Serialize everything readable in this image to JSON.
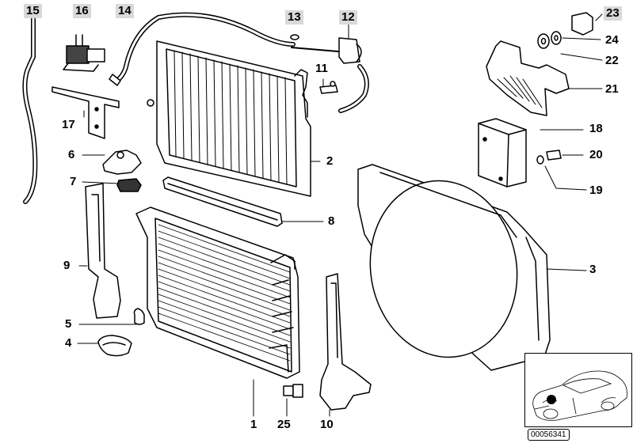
{
  "diagram_number": "00056341",
  "callouts": [
    {
      "id": "c15",
      "label": "15"
    },
    {
      "id": "c16",
      "label": "16"
    },
    {
      "id": "c14",
      "label": "14"
    },
    {
      "id": "c13",
      "label": "13"
    },
    {
      "id": "c12",
      "label": "12"
    },
    {
      "id": "c23",
      "label": "23"
    },
    {
      "id": "c24",
      "label": "24"
    },
    {
      "id": "c22",
      "label": "22"
    },
    {
      "id": "c21",
      "label": "21"
    },
    {
      "id": "c11",
      "label": "11"
    },
    {
      "id": "c17",
      "label": "17"
    },
    {
      "id": "c6",
      "label": "6"
    },
    {
      "id": "c2",
      "label": "2"
    },
    {
      "id": "c18",
      "label": "18"
    },
    {
      "id": "c20",
      "label": "20"
    },
    {
      "id": "c19",
      "label": "19"
    },
    {
      "id": "c7",
      "label": "7"
    },
    {
      "id": "c8",
      "label": "8"
    },
    {
      "id": "c9",
      "label": "9"
    },
    {
      "id": "c3",
      "label": "3"
    },
    {
      "id": "c5",
      "label": "5"
    },
    {
      "id": "c4",
      "label": "4"
    },
    {
      "id": "c1",
      "label": "1"
    },
    {
      "id": "c25",
      "label": "25"
    },
    {
      "id": "c10",
      "label": "10"
    }
  ]
}
